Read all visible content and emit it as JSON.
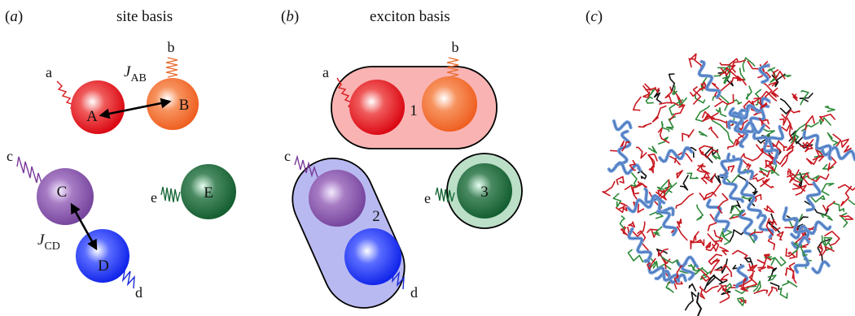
{
  "panels": {
    "a": {
      "tag": "(a)",
      "letter": "a",
      "title": "site basis"
    },
    "b": {
      "tag": "(b)",
      "letter": "b",
      "title": "exciton basis"
    },
    "c": {
      "tag": "(c)",
      "letter": "c"
    }
  },
  "site_basis": {
    "pigments": [
      {
        "id": "A",
        "color": "#e8101a",
        "mode": "a",
        "mode_color": "#d8181c"
      },
      {
        "id": "B",
        "color": "#f26a2a",
        "mode": "b",
        "mode_color": "#e86a2a"
      },
      {
        "id": "C",
        "color": "#8a4ea8",
        "mode": "c",
        "mode_color": "#7a3a9a"
      },
      {
        "id": "D",
        "color": "#1a2ef0",
        "mode": "d",
        "mode_color": "#1a2ad8"
      },
      {
        "id": "E",
        "color": "#1a6a3a",
        "mode": "e",
        "mode_color": "#1a6a3a"
      }
    ],
    "couplings": [
      {
        "symbol": "J",
        "subscript": "AB"
      },
      {
        "symbol": "J",
        "subscript": "CD"
      }
    ]
  },
  "exciton_basis": {
    "excitons": [
      {
        "label": "1",
        "fill": "#f8b0b0",
        "members": [
          "A",
          "B"
        ]
      },
      {
        "label": "2",
        "fill": "#b8b8f0",
        "members": [
          "C",
          "D"
        ]
      },
      {
        "label": "3",
        "fill": "#b8dcc4",
        "members": [
          "E"
        ]
      }
    ],
    "modes": [
      "a",
      "b",
      "c",
      "d",
      "e"
    ]
  },
  "colors": {
    "protein_ribbon": "#6f9ad8",
    "protein_ribbon_dark": "#3f6ab0",
    "chlorophyll_red": "#c81820",
    "chlorophyll_green": "#2f8a3a",
    "carotenoid_black": "#111111"
  }
}
